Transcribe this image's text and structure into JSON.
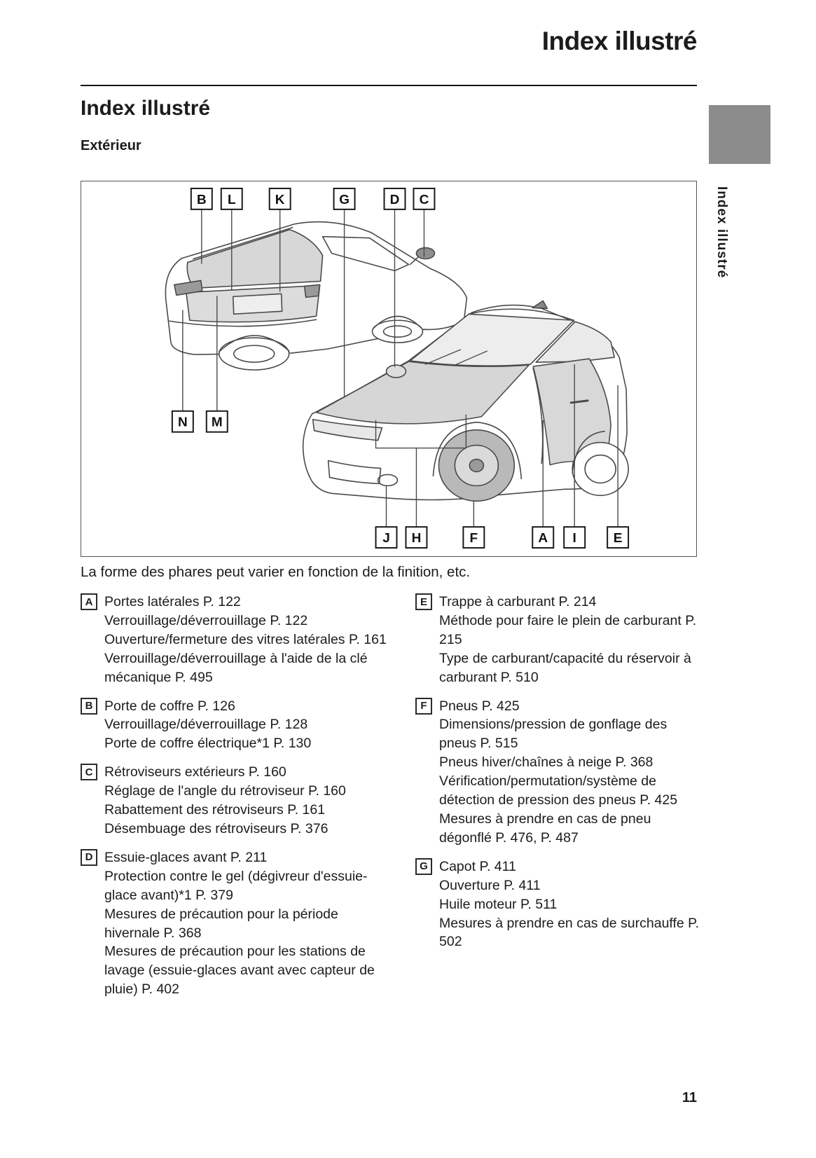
{
  "page": {
    "header_title": "Index illustré",
    "section_title": "Index illustré",
    "subsection_title": "Extérieur",
    "side_vertical_label": "Index illustré",
    "caption": "La forme des phares peut varier en fonction de la finition, etc.",
    "page_number": "11",
    "colors": {
      "side_tab": "#8c8c8c",
      "shaded_panel": "#d7d7d7",
      "line_art": "#4a4a4a"
    }
  },
  "diagram": {
    "top_labels": [
      "B",
      "L",
      "K",
      "G",
      "D",
      "C"
    ],
    "mid_labels": [
      "N",
      "M"
    ],
    "bottom_labels": [
      "J",
      "H",
      "F",
      "A",
      "I",
      "E"
    ]
  },
  "index": {
    "left": [
      {
        "letter": "A",
        "title": "Portes latérales P. 122",
        "lines": [
          "Verrouillage/déverrouillage P. 122",
          "Ouverture/fermeture des vitres latérales P. 161",
          "Verrouillage/déverrouillage à l'aide de la clé mécanique P. 495"
        ]
      },
      {
        "letter": "B",
        "title": "Porte de coffre P. 126",
        "lines": [
          "Verrouillage/déverrouillage P. 128",
          "Porte de coffre électrique*1 P. 130"
        ]
      },
      {
        "letter": "C",
        "title": "Rétroviseurs extérieurs P. 160",
        "lines": [
          "Réglage de l'angle du rétroviseur P. 160",
          "Rabattement des rétroviseurs P. 161",
          "Désembuage des rétroviseurs P. 376"
        ]
      },
      {
        "letter": "D",
        "title": "Essuie-glaces avant P. 211",
        "lines": [
          "Protection contre le gel (dégivreur d'essuie-glace avant)*1 P. 379",
          "Mesures de précaution pour la période hivernale P. 368",
          "Mesures de précaution pour les stations de lavage (essuie-glaces avant avec capteur de pluie) P. 402"
        ]
      }
    ],
    "right": [
      {
        "letter": "E",
        "title": "Trappe à carburant P. 214",
        "lines": [
          "Méthode pour faire le plein de carburant P. 215",
          "Type de carburant/capacité du réservoir à carburant P. 510"
        ]
      },
      {
        "letter": "F",
        "title": "Pneus P. 425",
        "lines": [
          "Dimensions/pression de gonflage des pneus P. 515",
          "Pneus hiver/chaînes à neige P. 368",
          "Vérification/permutation/système de détection de pression des pneus P. 425",
          "Mesures à prendre en cas de pneu dégonflé P. 476, P. 487"
        ]
      },
      {
        "letter": "G",
        "title": "Capot P. 411",
        "lines": [
          "Ouverture P. 411",
          "Huile moteur P. 511",
          "Mesures à prendre en cas de surchauffe P. 502"
        ]
      }
    ]
  }
}
